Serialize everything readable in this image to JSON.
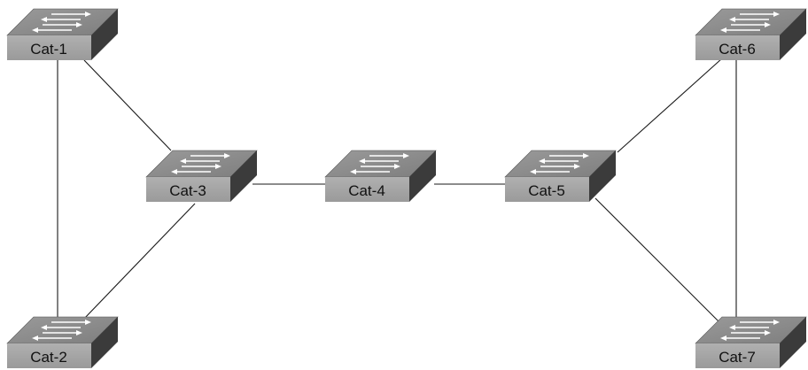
{
  "diagram": {
    "switches": [
      {
        "id": "cat1",
        "label": "Cat-1"
      },
      {
        "id": "cat2",
        "label": "Cat-2"
      },
      {
        "id": "cat3",
        "label": "Cat-3"
      },
      {
        "id": "cat4",
        "label": "Cat-4"
      },
      {
        "id": "cat5",
        "label": "Cat-5"
      },
      {
        "id": "cat6",
        "label": "Cat-6"
      },
      {
        "id": "cat7",
        "label": "Cat-7"
      }
    ],
    "links": [
      {
        "from": "cat1",
        "to": "cat2"
      },
      {
        "from": "cat1",
        "to": "cat3"
      },
      {
        "from": "cat2",
        "to": "cat3"
      },
      {
        "from": "cat3",
        "to": "cat4"
      },
      {
        "from": "cat4",
        "to": "cat5"
      },
      {
        "from": "cat5",
        "to": "cat6"
      },
      {
        "from": "cat5",
        "to": "cat7"
      },
      {
        "from": "cat6",
        "to": "cat7"
      }
    ],
    "colors": {
      "switch_front": "#a3a3a3",
      "switch_top": "#8d8d8d",
      "switch_side": "#3b3b3b",
      "arrow": "#ffffff",
      "link": "#1a1a1a"
    }
  }
}
